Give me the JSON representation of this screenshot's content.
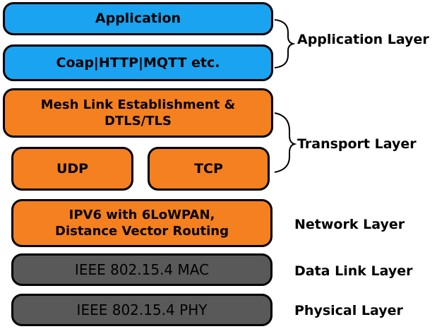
{
  "stack": {
    "application": "Application",
    "protocols": "Coap|HTTP|MQTT etc.",
    "mesh_line1": "Mesh Link Establishment &",
    "mesh_line2": "DTLS/TLS",
    "udp": "UDP",
    "tcp": "TCP",
    "network_line1": "IPV6 with 6LoWPAN,",
    "network_line2": "Distance Vector Routing",
    "mac": "IEEE 802.15.4 MAC",
    "phy": "IEEE 802.15.4 PHY"
  },
  "layers": {
    "application": "Application Layer",
    "transport": "Transport Layer",
    "network": "Network Layer",
    "data_link": "Data Link Layer",
    "physical": "Physical Layer"
  },
  "colors": {
    "application_fill": "#1aa3f0",
    "transport_fill": "#f5801f",
    "hardware_fill": "#595959"
  }
}
